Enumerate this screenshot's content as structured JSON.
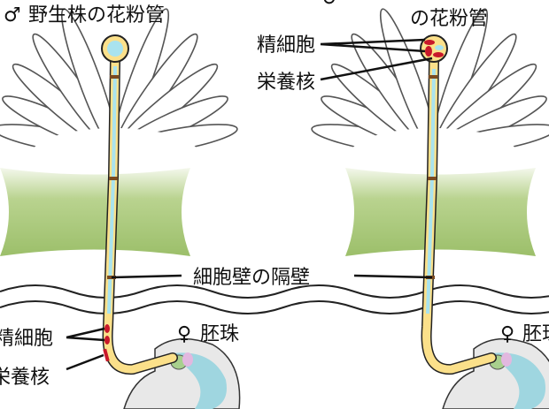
{
  "left_panel": {
    "title_symbol": "♂",
    "title": "野生株の花粉管",
    "sperm_label": "精細胞",
    "vegetative_label": "栄養核",
    "ovule_symbol": "♀",
    "ovule_label": "胚珠"
  },
  "right_panel": {
    "title_symbol": "♂",
    "title_line2": "の花粉管",
    "sperm_label": "精細胞",
    "vegetative_label": "栄養核",
    "ovule_symbol": "♀",
    "ovule_label": "胚珠"
  },
  "center_label": "細胞壁の隔壁",
  "colors": {
    "tissue": "#a9c77a",
    "tube": "#fbe08a",
    "cytoplasm": "#a9e3ee",
    "septum": "#7a4a20",
    "sperm": "#c8182a",
    "ovule": "#9fd6e0"
  }
}
